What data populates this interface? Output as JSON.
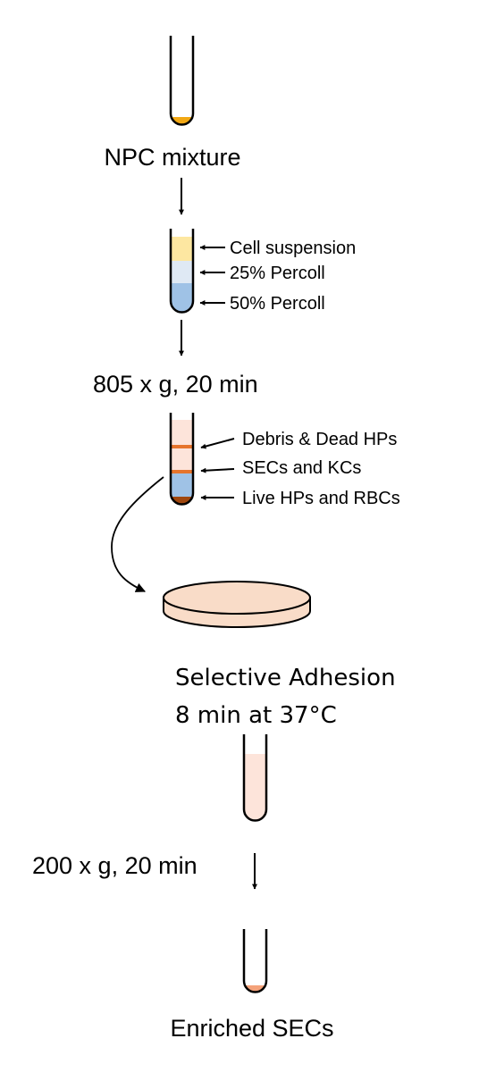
{
  "steps": {
    "npc_mixture": "NPC mixture",
    "centrifuge_1": "805 x g, 20 min",
    "selective_adhesion": "Selective Adhesion",
    "adhesion_conditions": "8 min at 37°C",
    "centrifuge_2": "200 x g, 20 min",
    "result": "Enriched SECs"
  },
  "gradient_layers": {
    "cell_suspension": "Cell suspension",
    "percoll_25": "25% Percoll",
    "percoll_50": "50% Percoll"
  },
  "separated_bands": {
    "debris": "Debris & Dead HPs",
    "secs_kcs": "SECs and KCs",
    "live_hps": "Live HPs and RBCs"
  },
  "colors": {
    "npc_pellet": "#f2a814",
    "cell_suspension": "#fde7a1",
    "percoll_25": "#dfe9f4",
    "percoll_50": "#9fc2e6",
    "band_orange": "#e6742c",
    "pellet_dark": "#a0470e",
    "supernatant": "#fde4da",
    "dish_fill": "#f9dcc8",
    "final_pellet": "#f4a27a"
  }
}
